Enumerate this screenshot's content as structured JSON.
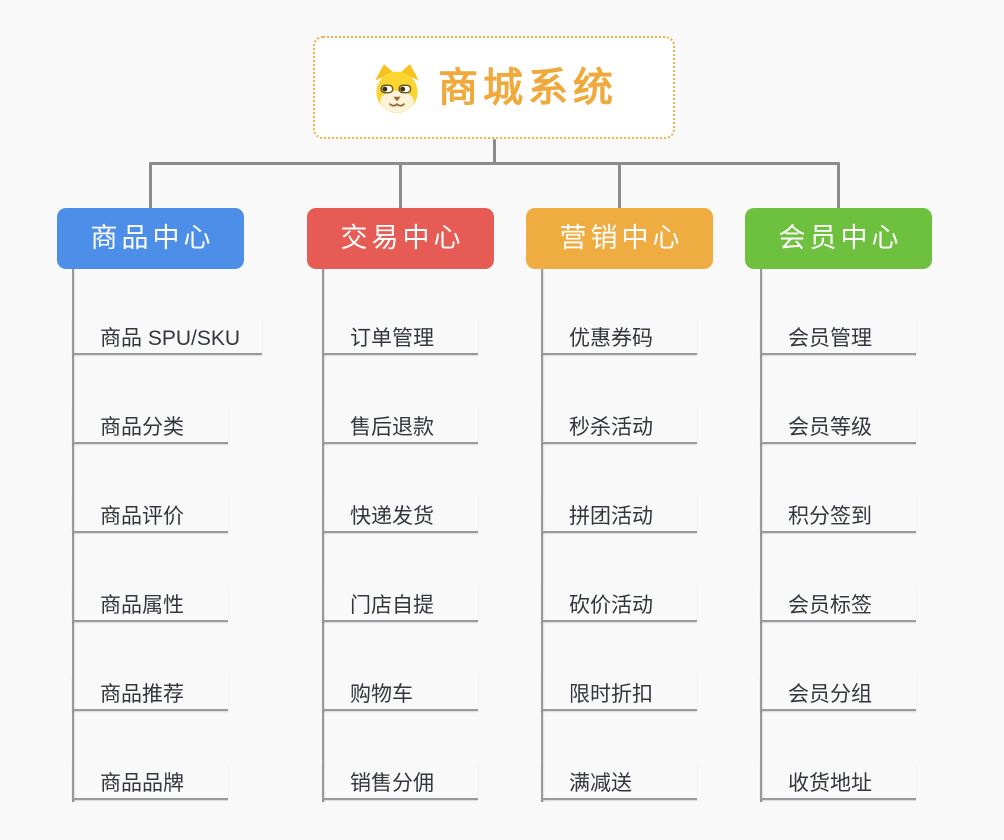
{
  "root": {
    "title": "商城系统",
    "icon": "dog-face-icon"
  },
  "branches": [
    {
      "label": "商品中心",
      "color": "#4d8fe8",
      "items": [
        "商品 SPU/SKU",
        "商品分类",
        "商品评价",
        "商品属性",
        "商品推荐",
        "商品品牌"
      ]
    },
    {
      "label": "交易中心",
      "color": "#e75b55",
      "items": [
        "订单管理",
        "售后退款",
        "快递发货",
        "门店自提",
        "购物车",
        "销售分佣"
      ]
    },
    {
      "label": "营销中心",
      "color": "#efac40",
      "items": [
        "优惠券码",
        "秒杀活动",
        "拼团活动",
        "砍价活动",
        "限时折扣",
        "满减送"
      ]
    },
    {
      "label": "会员中心",
      "color": "#6ec13e",
      "items": [
        "会员管理",
        "会员等级",
        "积分签到",
        "会员标签",
        "会员分组",
        "收货地址"
      ]
    }
  ],
  "colors": {
    "background": "#f9f9f9",
    "connector": "#8c8c8c",
    "item_underline": "#9a9a9a",
    "root_accent": "#efa93d",
    "root_border": "#f3ae4a"
  }
}
